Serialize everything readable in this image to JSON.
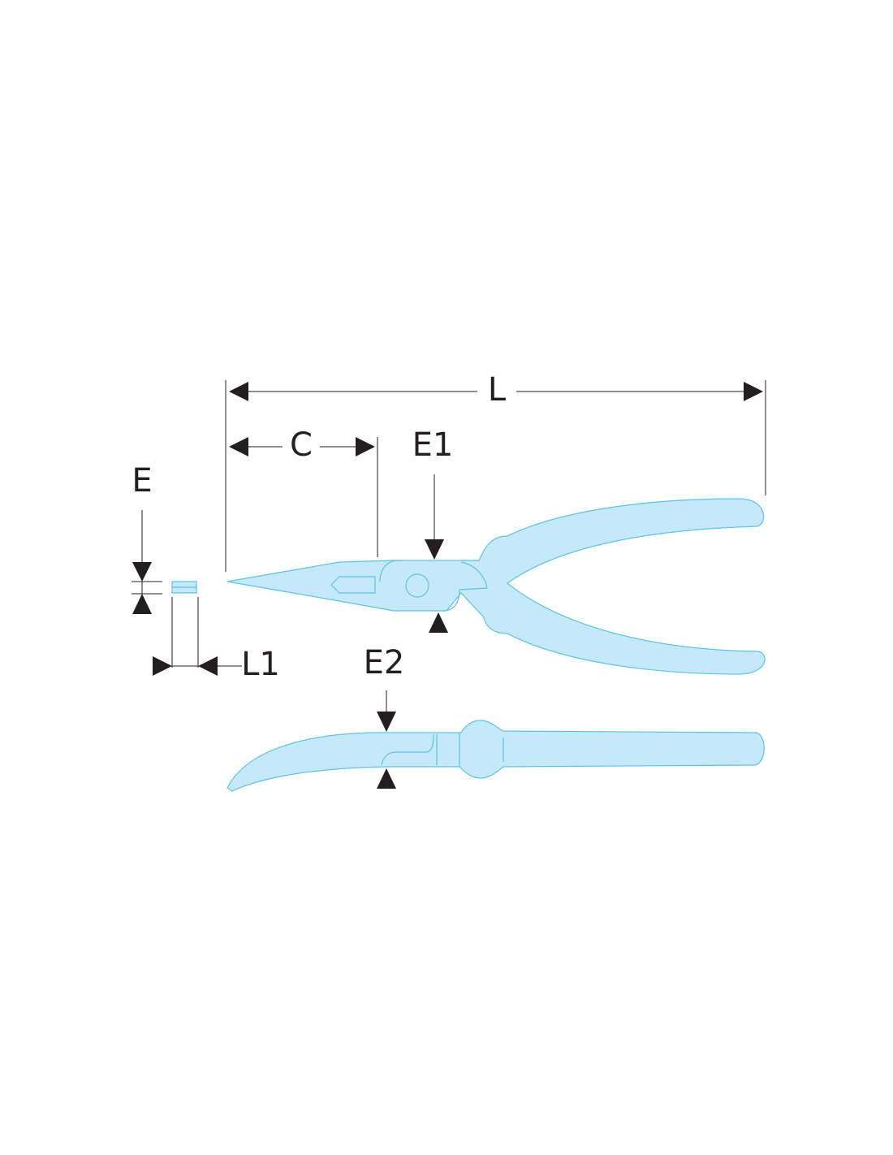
{
  "diagram": {
    "colors": {
      "tool_fill": "#c5e9f8",
      "tool_outline": "#5ac3e8",
      "dimension_ink": "#231f20",
      "background": "#ffffff"
    },
    "labels": {
      "L": "L",
      "C": "C",
      "E1": "E1",
      "E": "E",
      "L1": "L1",
      "E2": "E2"
    }
  }
}
